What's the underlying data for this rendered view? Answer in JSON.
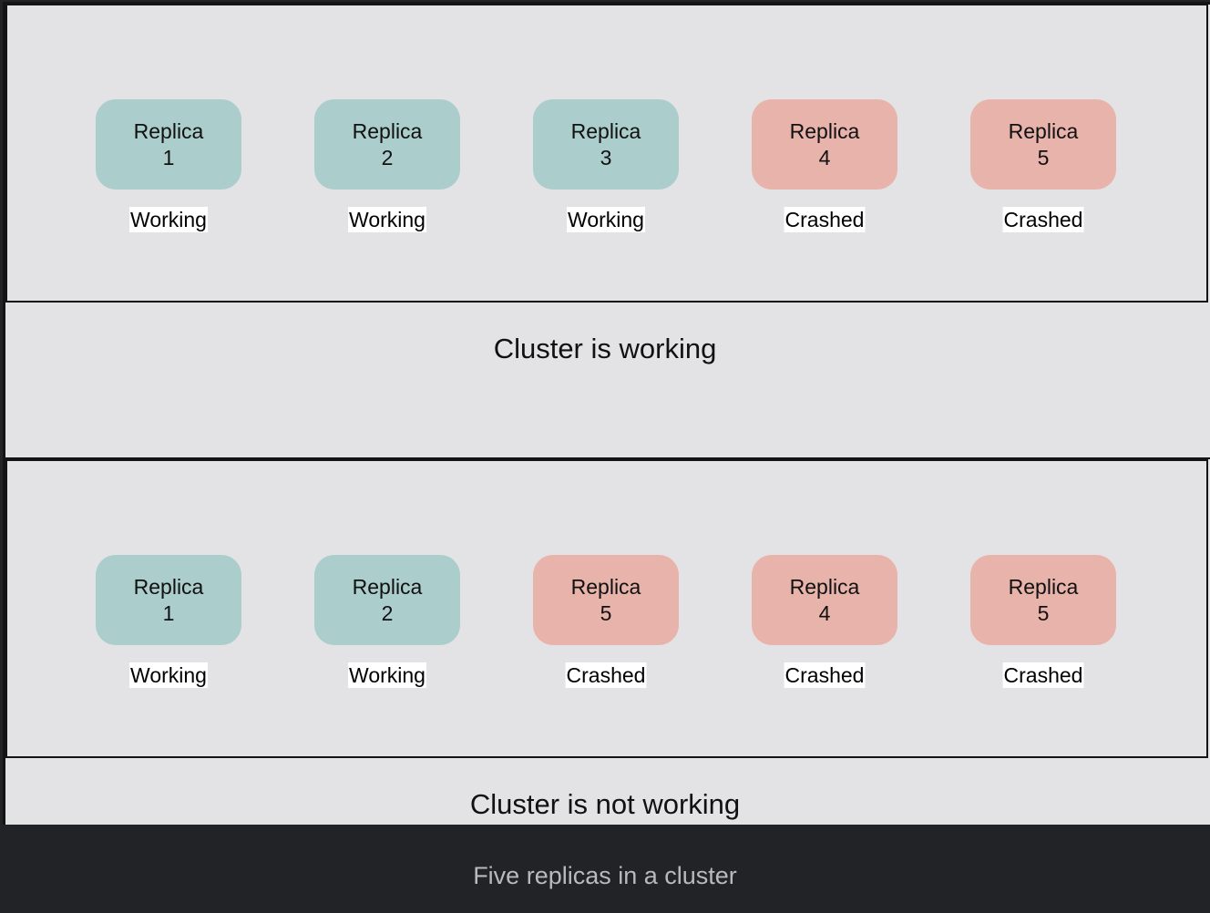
{
  "scenarios": [
    {
      "replicas": [
        {
          "label": "Replica",
          "number": "1",
          "status": "Working",
          "state": "working"
        },
        {
          "label": "Replica",
          "number": "2",
          "status": "Working",
          "state": "working"
        },
        {
          "label": "Replica",
          "number": "3",
          "status": "Working",
          "state": "working"
        },
        {
          "label": "Replica",
          "number": "4",
          "status": "Crashed",
          "state": "crashed"
        },
        {
          "label": "Replica",
          "number": "5",
          "status": "Crashed",
          "state": "crashed"
        }
      ],
      "caption": "Cluster is working"
    },
    {
      "replicas": [
        {
          "label": "Replica",
          "number": "1",
          "status": "Working",
          "state": "working"
        },
        {
          "label": "Replica",
          "number": "2",
          "status": "Working",
          "state": "working"
        },
        {
          "label": "Replica",
          "number": "5",
          "status": "Crashed",
          "state": "crashed"
        },
        {
          "label": "Replica",
          "number": "4",
          "status": "Crashed",
          "state": "crashed"
        },
        {
          "label": "Replica",
          "number": "5",
          "status": "Crashed",
          "state": "crashed"
        }
      ],
      "caption": "Cluster is not working"
    }
  ],
  "footer_caption": "Five replicas in a cluster",
  "colors": {
    "working": "#abcecd",
    "crashed": "#e8b3aa",
    "background": "#e3e3e6",
    "footer_background": "#222327"
  }
}
